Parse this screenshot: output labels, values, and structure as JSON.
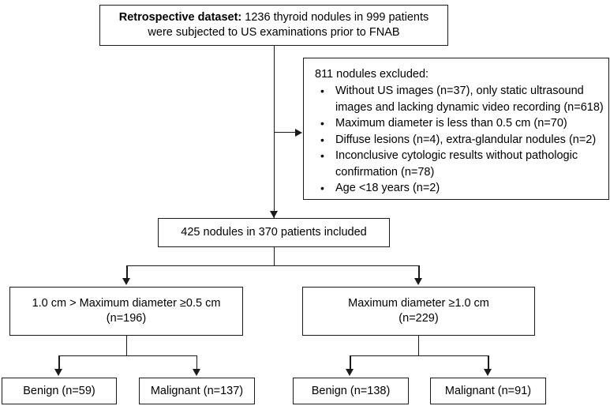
{
  "flowchart": {
    "type": "study-inclusion-flowchart",
    "nodes": {
      "source": {
        "label_bold": "Retrospective dataset:",
        "line1_rest": " 1236 thyroid nodules in 999 patients",
        "line2": "were subjected to US examinations prior to FNAB",
        "nodules": 1236,
        "patients": 999
      },
      "excluded": {
        "headline": "811 nodules excluded:",
        "total": 811,
        "items": [
          {
            "line1": "Without US images (n=37), only static ultrasound",
            "line2": "images and lacking dynamic video recording (n=618)"
          },
          {
            "line1": "Maximum diameter is less than 0.5 cm (n=70)",
            "line2": ""
          },
          {
            "line1": "Diffuse lesions (n=4), extra-glandular nodules (n=2)",
            "line2": ""
          },
          {
            "line1": "Inconclusive cytologic results without pathologic",
            "line2": "confirmation (n=78)"
          },
          {
            "line1": "Age <18 years (n=2)",
            "line2": ""
          }
        ]
      },
      "included": {
        "line1": "425 nodules in 370 patients included",
        "nodules": 425,
        "patients": 370
      },
      "group_small": {
        "line1": "1.0 cm > Maximum diameter ≥0.5 cm",
        "line2": "(n=196)",
        "n": 196
      },
      "group_large": {
        "line1": "Maximum diameter ≥1.0 cm",
        "line2": "(n=229)",
        "n": 229
      },
      "small_benign": {
        "line1": "Benign (n=59)",
        "n": 59
      },
      "small_malignant": {
        "line1": "Malignant (n=137)",
        "n": 137
      },
      "large_benign": {
        "line1": "Benign (n=138)",
        "n": 138
      },
      "large_malignant": {
        "line1": "Malignant (n=91)",
        "n": 91
      }
    },
    "bullet_glyph": "•",
    "colors": {
      "stroke": "#1a1a1a",
      "text": "#000000",
      "background": "#ffffff"
    }
  }
}
